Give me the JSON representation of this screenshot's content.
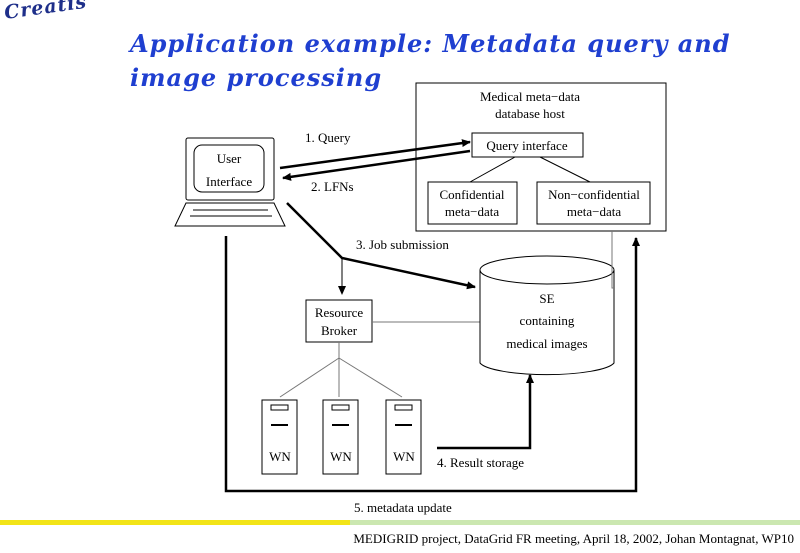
{
  "header": {
    "logo_text": "Creatis",
    "title": "Application example: Metadata query and image processing"
  },
  "diagram": {
    "db_host": [
      "Medical meta−data",
      "database host"
    ],
    "query_interface": "Query interface",
    "confidential": [
      "Confidential",
      "meta−data"
    ],
    "non_confidential": [
      "Non−confidential",
      "meta−data"
    ],
    "user_interface": [
      "User",
      "Interface"
    ],
    "resource_broker": [
      "Resource",
      "Broker"
    ],
    "se": [
      "SE",
      "containing",
      "medical images"
    ],
    "wn_label": "WN",
    "arrows": {
      "query": "1. Query",
      "lfns": "2. LFNs",
      "job_submission": "3. Job submission",
      "result_storage": "4. Result storage",
      "metadata_update": "5. metadata update"
    }
  },
  "footer": {
    "text": "MEDIGRID project, DataGrid FR meeting, April 18, 2002, Johan Montagnat, WP10"
  },
  "colors": {
    "title": "#1f3fd0",
    "logo": "#1e2f8a",
    "bar_yellow": "#f2e418",
    "bar_green": "#cbe7b0"
  }
}
